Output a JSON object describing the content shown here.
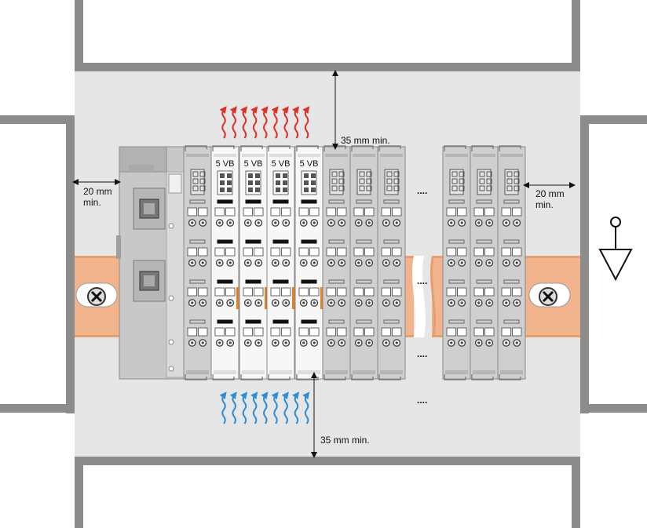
{
  "dimensions": {
    "top_clearance": "35 mm min.",
    "bottom_clearance": "35 mm min.",
    "left_clearance": [
      "20 mm",
      "min."
    ],
    "right_clearance": [
      "20 mm",
      "min."
    ]
  },
  "module_labels": [
    "5 VB",
    "5 VB",
    "5 VB",
    "5 VB"
  ],
  "ellipsis": "....",
  "colors": {
    "cabinet": "#8c8c8c",
    "backplate": "#e6e6e6",
    "din_rail": "#f2b48c",
    "module_gray": "#cfcfcf",
    "module_white": "#f7f7f7",
    "heat_out": "#e0302a",
    "cool_in": "#2e8fd6",
    "accent": "#e67e22"
  },
  "icons": [
    "ground-symbol-icon",
    "screw-icon",
    "heat-arrow-icon",
    "airflow-arrow-icon"
  ]
}
